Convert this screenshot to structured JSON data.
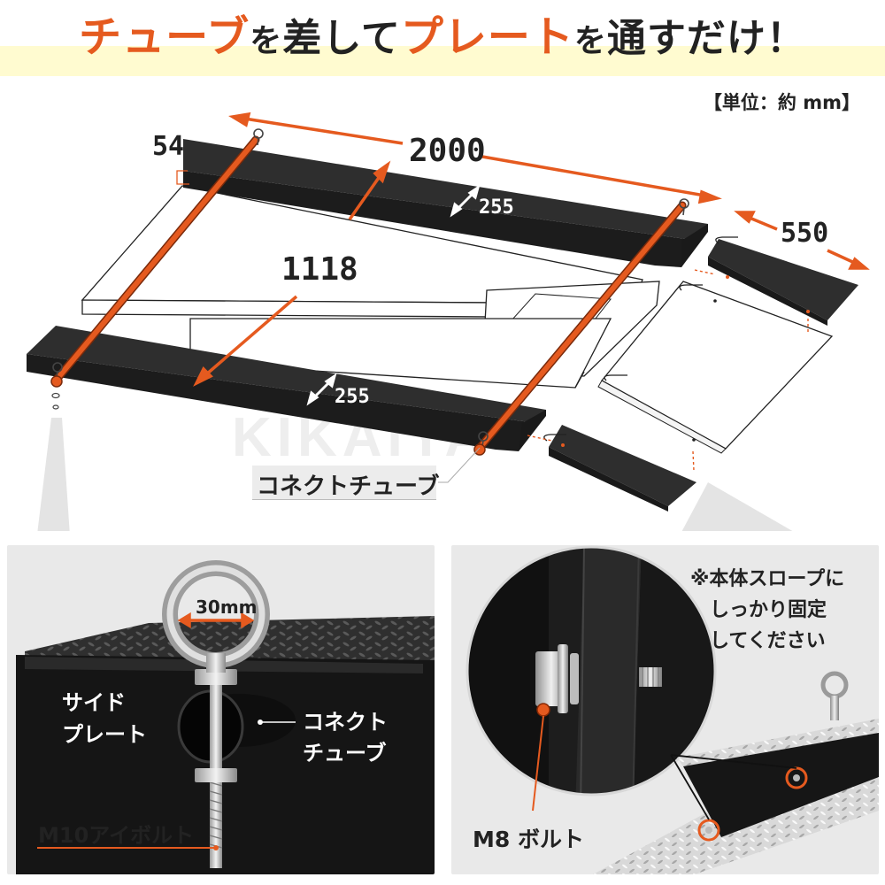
{
  "title": {
    "part1": "チューブ",
    "part2": "を",
    "part3": "差して",
    "part4": "プレート",
    "part5": "を",
    "part6": "通すだけ！"
  },
  "unit_label": "【単位：約 mm】",
  "dimensions": {
    "length": "2000",
    "height": "54",
    "span": "1118",
    "plate_width_top": "255",
    "plate_width_bottom": "255",
    "slope_length": "550"
  },
  "callout": "コネクトチューブ",
  "watermark": "KIKAIYA",
  "left_panel": {
    "ring_diameter": "30mm",
    "side_plate": [
      "サイド",
      "プレート"
    ],
    "connect_tube": [
      "コネクト",
      "チューブ"
    ],
    "eye_bolt": "M10アイボルト"
  },
  "right_panel": {
    "note": [
      "※本体スロープに",
      "しっかり固定",
      "してください"
    ],
    "bolt": "M8 ボルト"
  },
  "colors": {
    "accent": "#e55a1f",
    "dark_plate": "#2e2e2e",
    "panel_bg": "#e8e8e8",
    "highlight": "#fffbd0"
  }
}
